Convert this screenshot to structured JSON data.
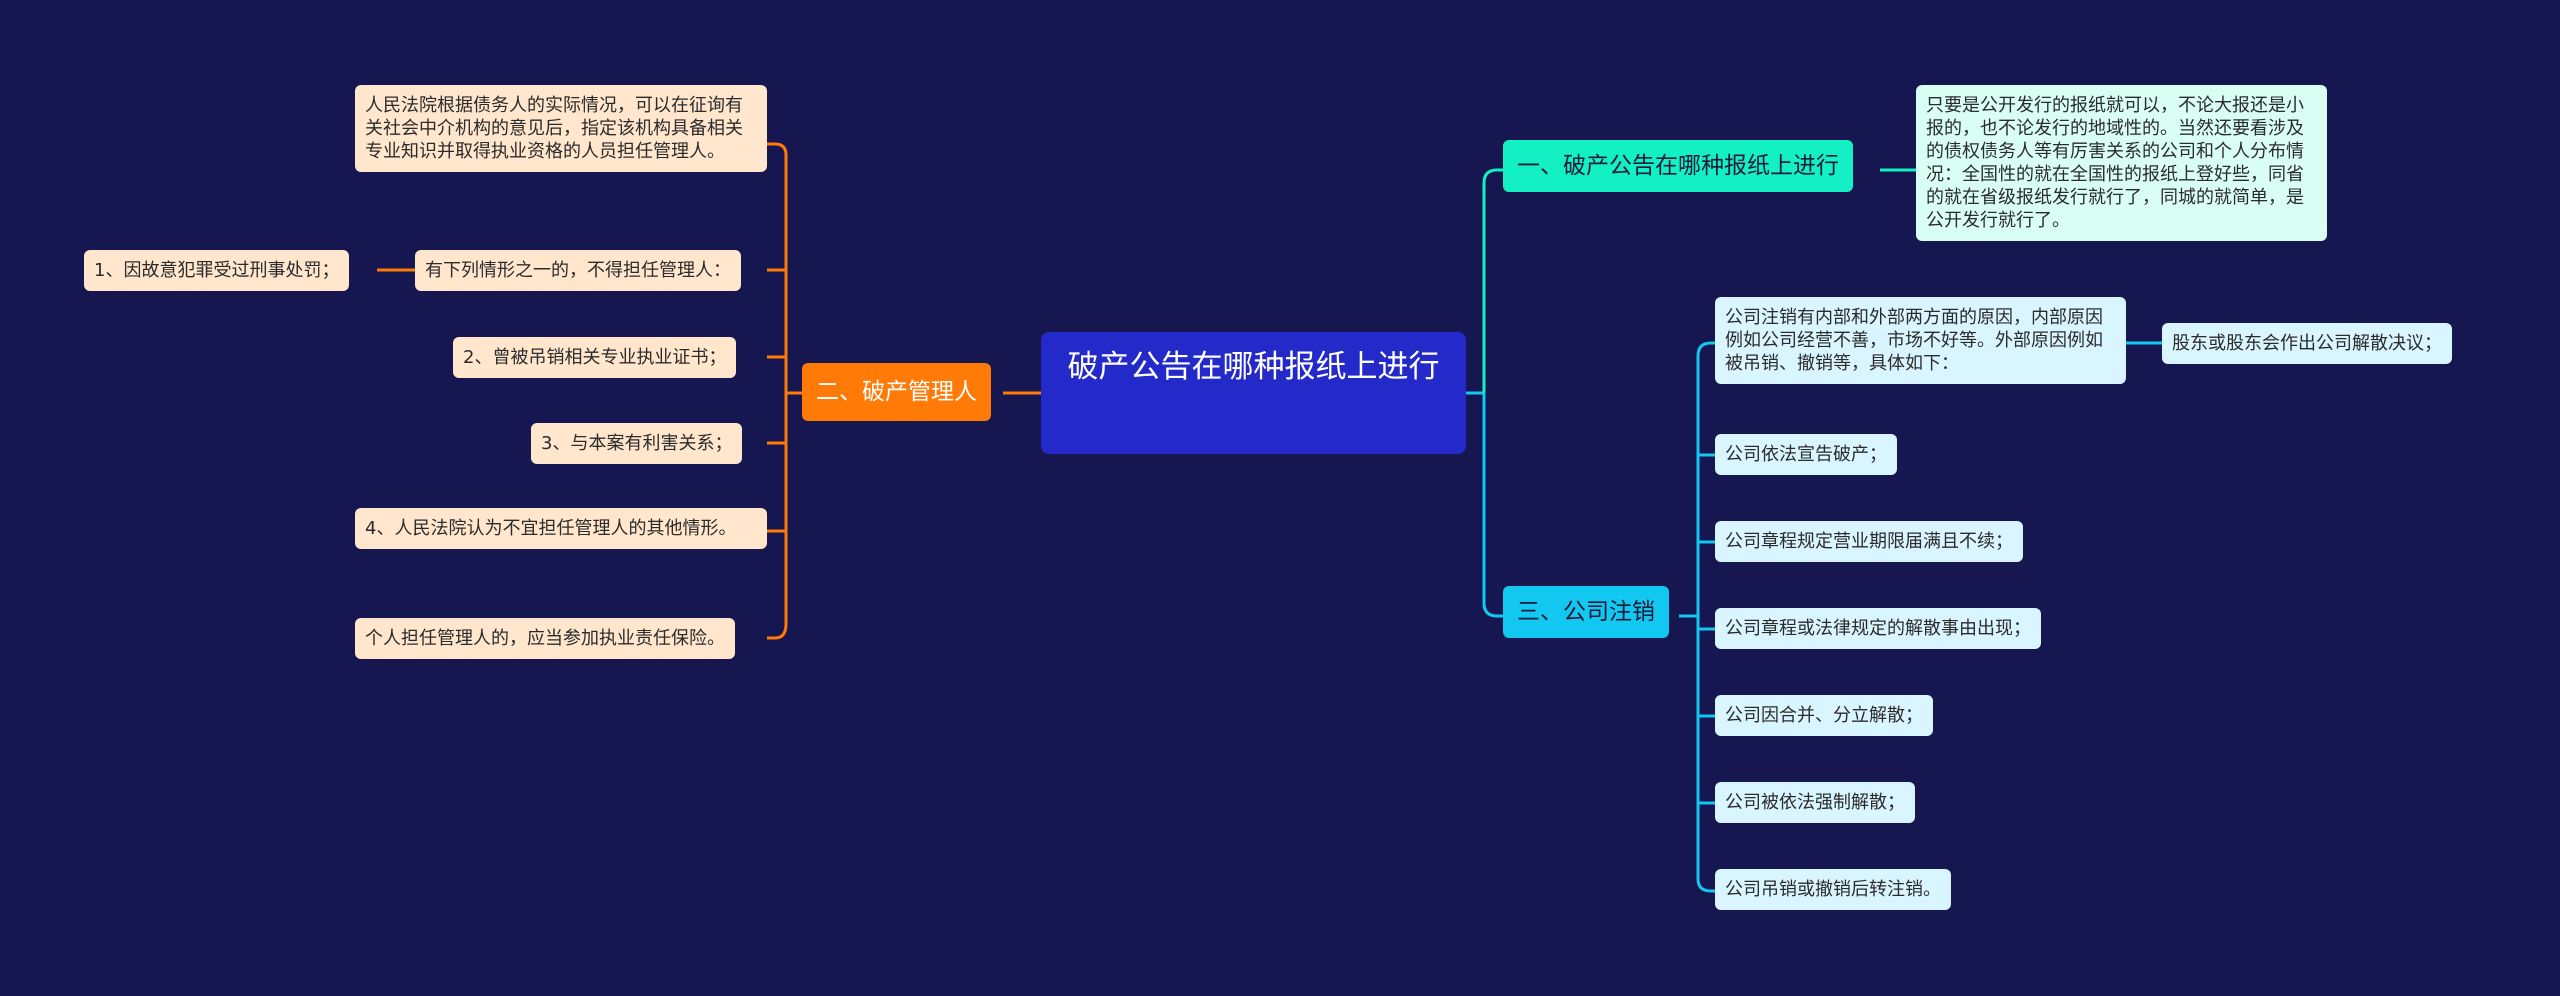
{
  "root": {
    "title": "破产公告在哪种报纸上进行"
  },
  "branches": {
    "b1": {
      "label": "一、破产公告在哪种报纸上进行",
      "detail": "只要是公开发行的报纸就可以，不论大报还是小报的，也不论发行的地域性的。当然还要看涉及的债权债务人等有厉害关系的公司和个人分布情况：全国性的就在全国性的报纸上登好些，同省的就在省级报纸发行就行了，同城的就简单，是公开发行就行了。"
    },
    "b2": {
      "label": "二、破产管理人",
      "items": [
        "人民法院根据债务人的实际情况，可以在征询有关社会中介机构的意见后，指定该机构具备相关专业知识并取得执业资格的人员担任管理人。",
        "有下列情形之一的，不得担任管理人：",
        "2、曾被吊销相关专业执业证书；",
        "3、与本案有利害关系；",
        "4、人民法院认为不宜担任管理人的其他情形。",
        "个人担任管理人的，应当参加执业责任保险。"
      ],
      "sub_item": "1、因故意犯罪受过刑事处罚；"
    },
    "b3": {
      "label": "三、公司注销",
      "items": [
        "公司注销有内部和外部两方面的原因，内部原因例如公司经营不善，市场不好等。外部原因例如被吊销、撤销等，具体如下：",
        "公司依法宣告破产；",
        "公司章程规定营业期限届满且不续；",
        "公司章程或法律规定的解散事由出现；",
        "公司因合并、分立解散；",
        "公司被依法强制解散；",
        "公司吊销或撤销后转注销。"
      ],
      "sub_item": "股东或股东会作出公司解散决议；"
    }
  },
  "colors": {
    "background": "#161650",
    "root": "#2429c9",
    "orange_branch": "#ff7a06",
    "green_branch": "#12f0c4",
    "blue_branch": "#12c8f0",
    "orange_leaf": "#ffe6cc",
    "green_leaf": "#d9fff5",
    "blue_leaf": "#d9f5ff"
  }
}
